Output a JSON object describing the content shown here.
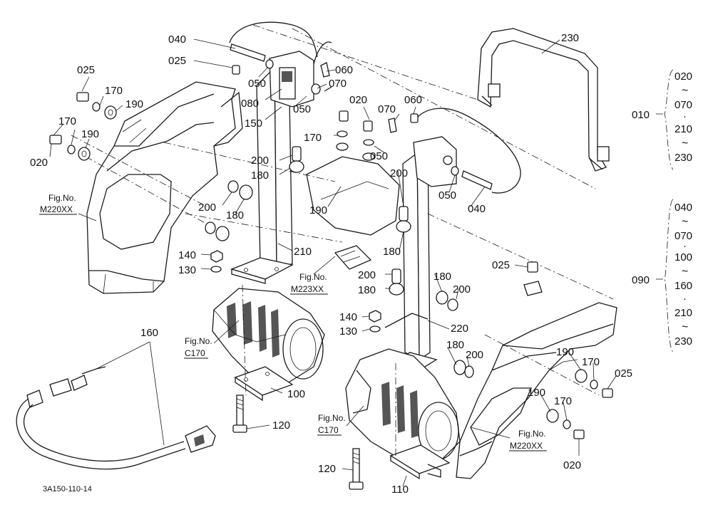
{
  "diagram_code": "3A150-110-14",
  "callouts": {
    "c040a": "040",
    "c025a": "025",
    "c050a": "050",
    "c060a": "060",
    "c070a": "070",
    "c080": "080",
    "c050b": "050",
    "c150": "150",
    "c020a": "020",
    "c060b": "060",
    "c070b": "070",
    "c025b": "025",
    "c170a": "170",
    "c190a": "190",
    "c170b": "170",
    "c190b": "190",
    "c020b": "020",
    "c200a": "200",
    "c180a": "180",
    "c200b": "200",
    "c180b": "180",
    "c170c": "170",
    "c050c": "050",
    "c200c": "200",
    "c190c": "190",
    "c050d": "050",
    "c040b": "040",
    "c210": "210",
    "c140a": "140",
    "c130a": "130",
    "c180c": "180",
    "c200d": "200",
    "c180d": "180",
    "c025c": "025",
    "c180e": "180",
    "c200e": "200",
    "c140b": "140",
    "c130b": "130",
    "c220": "220",
    "c180f": "180",
    "c200f": "200",
    "c160": "160",
    "c100": "100",
    "c120a": "120",
    "c120b": "120",
    "c110": "110",
    "c190d": "190",
    "c170d": "170",
    "c025d": "025",
    "c190e": "190",
    "c170e": "170",
    "c020c": "020",
    "c230": "230"
  },
  "figure_refs": {
    "m220_left": [
      "Fig.No.",
      "M220XX"
    ],
    "m223": [
      "Fig.No.",
      "M223XX"
    ],
    "c170_left": [
      "Fig.No.",
      "C170"
    ],
    "c170_right": [
      "Fig.No.",
      "C170"
    ],
    "m220_right": [
      "Fig.No.",
      "M220XX"
    ]
  },
  "group_010": {
    "label": "010",
    "range": [
      "020",
      "~",
      "070",
      "·",
      "210",
      "~",
      "230"
    ]
  },
  "group_090": {
    "label": "090",
    "range": [
      "040",
      "~",
      "070",
      "·",
      "100",
      "~",
      "160",
      "·",
      "210",
      "~",
      "230"
    ]
  }
}
